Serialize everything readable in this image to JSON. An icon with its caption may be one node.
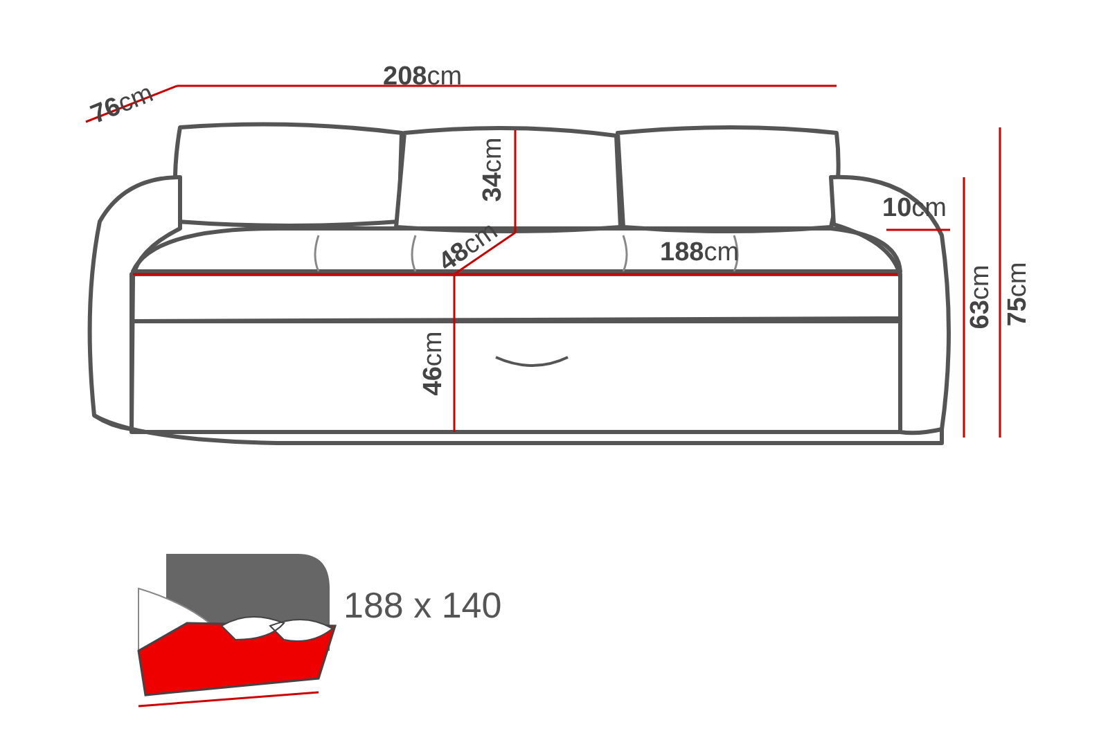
{
  "diagram": {
    "labels": [
      "**76**cm",
      "**208**cm",
      "**34**cm",
      "**10**cm",
      "**48**cm",
      "**188**cm",
      "**75**cm",
      "**63**cm",
      "**46**cm",
      "188 x 140"
    ]
  }
}
